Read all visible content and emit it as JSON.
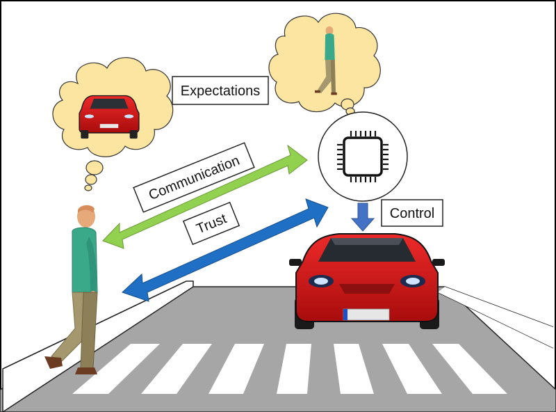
{
  "labels": {
    "expectations": "Expectations",
    "communication": "Communication",
    "trust": "Trust",
    "control": "Control"
  },
  "icons": {
    "chip": "microchip-icon",
    "car": "car-icon",
    "pedestrian": "pedestrian-icon"
  },
  "colors": {
    "communication_arrow": "#92d050",
    "trust_arrow": "#1f6fc4",
    "control_arrow": "#4472c4",
    "thought_cloud": "#fbe5a0",
    "car_body": "#d11a1a",
    "road": "#a6a6a6"
  }
}
